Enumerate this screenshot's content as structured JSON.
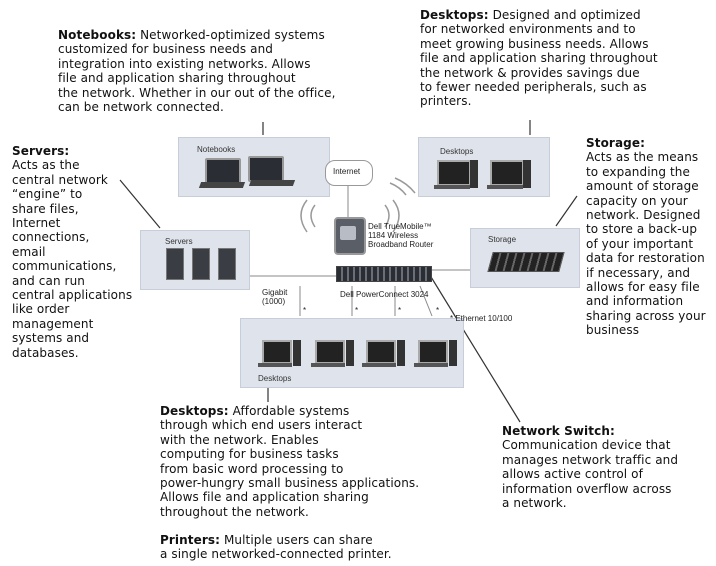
{
  "notebooks": {
    "heading": "Notebooks:",
    "body": "Networked-optimized systems\ncustomized for business needs and\nintegration into existing networks.  Allows\nfile and application sharing throughout\nthe network. Whether in our out of the office,\ncan be network connected.",
    "box_label": "Notebooks"
  },
  "desktops_top": {
    "heading": "Desktops:",
    "body": "Designed and optimized\nfor networked environments and to\nmeet growing business needs.  Allows\nfile and application sharing throughout\nthe network & provides savings due\nto fewer needed peripherals, such as\nprinters.",
    "box_label": "Desktops"
  },
  "servers": {
    "heading": "Servers:",
    "body": "Acts as the\ncentral network\n“engine” to\nshare files,\nInternet\nconnections,\nemail\ncommunications,\nand can run\ncentral applications\nlike order\nmanagement\nsystems and\ndatabases.",
    "box_label": "Servers"
  },
  "storage": {
    "heading": "Storage:",
    "body": "Acts as the means\nto expanding the\namount of storage\ncapacity on your\nnetwork. Designed\nto store a back-up\nof your important\ndata for restoration\nif necessary, and\nallows for easy file\nand information\nsharing across your\nbusiness",
    "box_label": "Storage"
  },
  "desktops_bottom": {
    "heading": "Desktops:",
    "body": "Affordable systems\nthrough which end users interact\nwith the network.  Enables\ncomputing for business tasks\nfrom basic word processing to\npower-hungry small business applications.\nAllows file and application sharing\nthroughout the network.",
    "box_label": "Desktops"
  },
  "printers": {
    "heading": "Printers:",
    "body": "Multiple users can share\na single networked-connected printer."
  },
  "network_switch": {
    "heading": "Network Switch:",
    "body": "Communication device that\nmanages network traffic and\nallows active control of\ninformation overflow across\na network."
  },
  "diagram_labels": {
    "internet": "Internet",
    "router": "Dell TrueMobile™\n1184 Wireless\nBroadband Router",
    "switch": "Dell PowerConnect 3024",
    "gigabit": "Gigabit\n(1000)",
    "ethernet": "* Ethernet 10/100",
    "asterisk": "*"
  }
}
